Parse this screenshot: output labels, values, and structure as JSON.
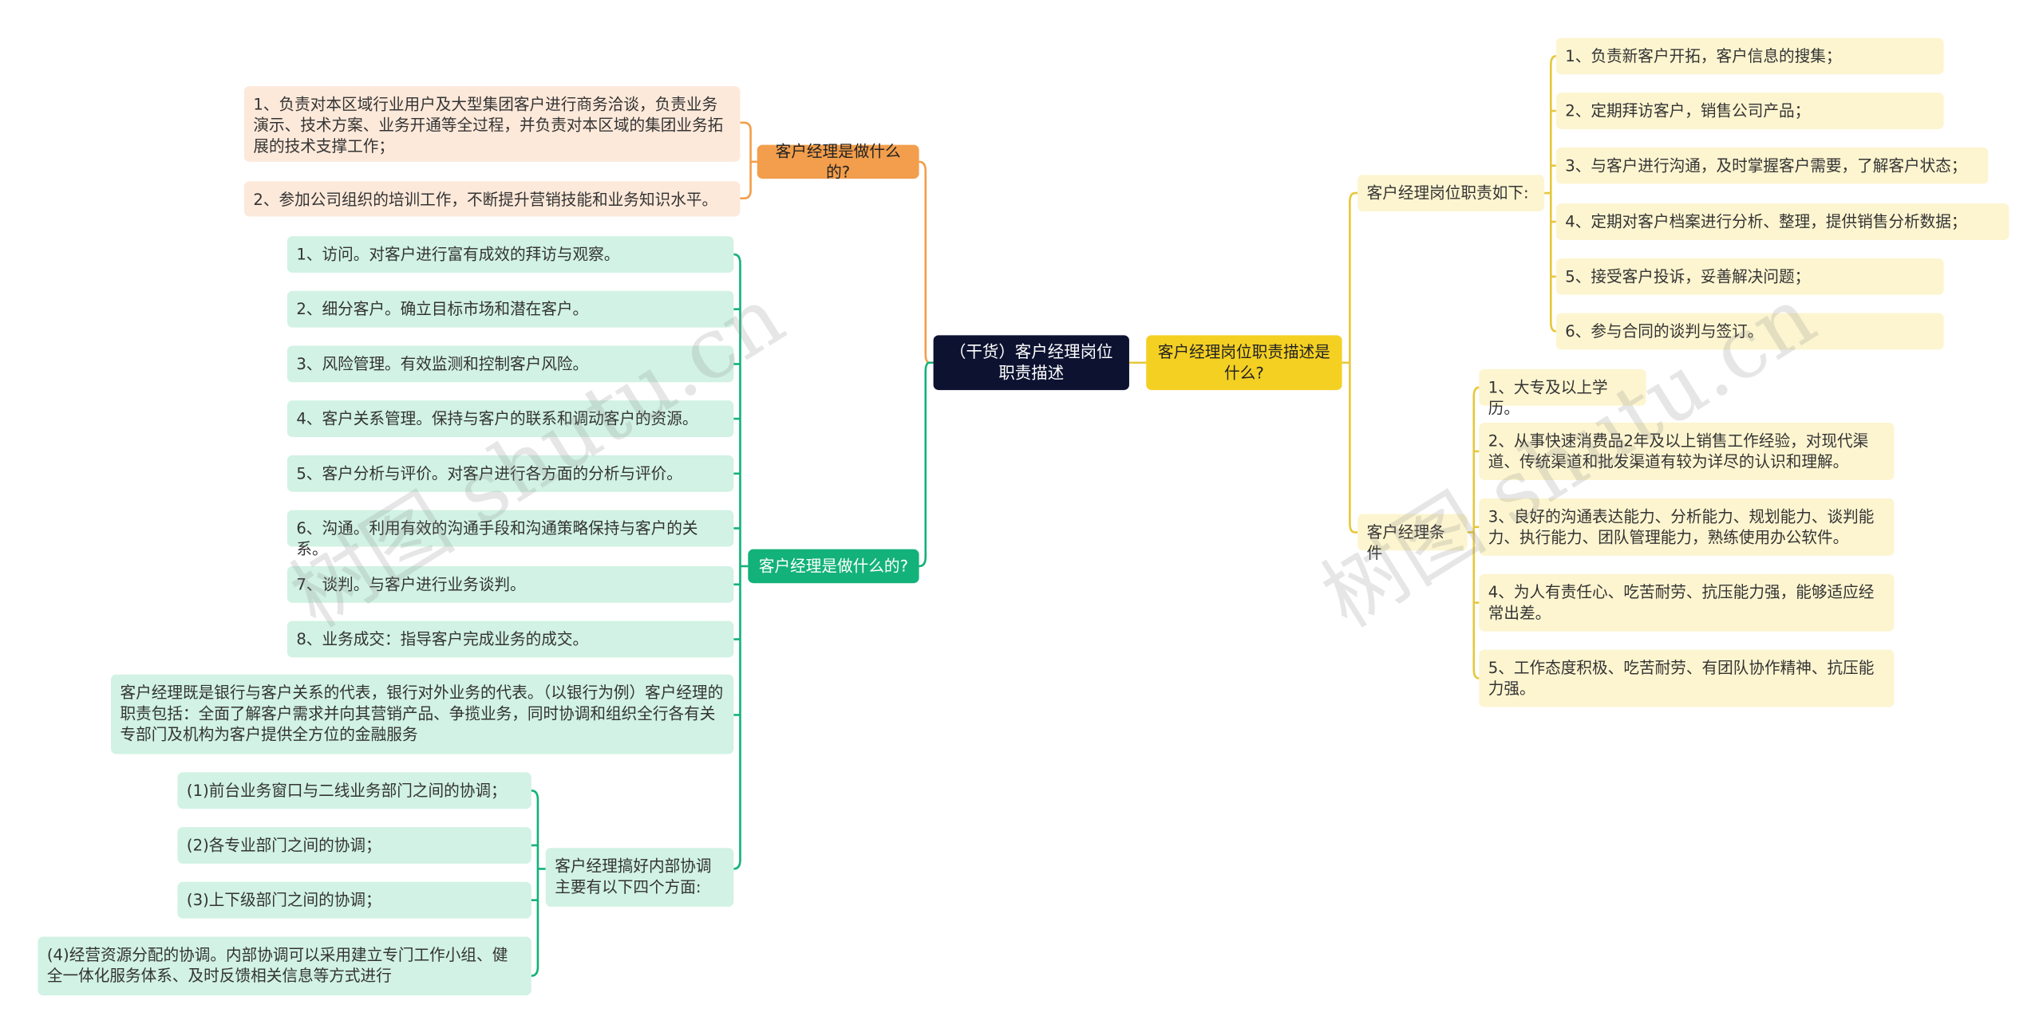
{
  "root": "（干货）客户经理岗位职责描述",
  "left_orange": {
    "title": "客户经理是做什么的?",
    "items": [
      "1、负责对本区域行业用户及大型集团客户进行商务洽谈，负责业务演示、技术方案、业务开通等全过程，并负责对本区域的集团业务拓展的技术支撑工作；",
      "2、参加公司组织的培训工作，不断提升营销技能和业务知识水平。"
    ]
  },
  "left_green": {
    "title": "客户经理是做什么的?",
    "items": [
      "1、访问。对客户进行富有成效的拜访与观察。",
      "2、细分客户。确立目标市场和潜在客户。",
      "3、风险管理。有效监测和控制客户风险。",
      "4、客户关系管理。保持与客户的联系和调动客户的资源。",
      "5、客户分析与评价。对客户进行各方面的分析与评价。",
      "6、沟通。利用有效的沟通手段和沟通策略保持与客户的关系。",
      "7、谈判。与客户进行业务谈判。",
      "8、业务成交：指导客户完成业务的成交。",
      "客户经理既是银行与客户关系的代表，银行对外业务的代表。（以银行为例）客户经理的职责包括：全面了解客户需求并向其营销产品、争揽业务，同时协调和组织全行各有关专部门及机构为客户提供全方位的金融服务"
    ],
    "sub": {
      "title": "客户经理搞好内部协调主要有以下四个方面:",
      "items": [
        "(1)前台业务窗口与二线业务部门之间的协调；",
        "(2)各专业部门之间的协调；",
        "(3)上下级部门之间的协调；",
        "(4)经营资源分配的协调。内部协调可以采用建立专门工作小组、健全一体化服务体系、及时反馈相关信息等方式进行"
      ]
    }
  },
  "right_yellow": {
    "title": "客户经理岗位职责描述是什么?",
    "duties": {
      "title": "客户经理岗位职责如下:",
      "items": [
        "1、负责新客户开拓，客户信息的搜集；",
        "2、定期拜访客户，销售公司产品；",
        "3、与客户进行沟通，及时掌握客户需要，了解客户状态；",
        "4、定期对客户档案进行分析、整理，提供销售分析数据；",
        "5、接受客户投诉，妥善解决问题；",
        "6、参与合同的谈判与签订。"
      ]
    },
    "conditions": {
      "title": "客户经理条件",
      "items": [
        "1、大专及以上学历。",
        "2、从事快速消费品2年及以上销售工作经验，对现代渠道、传统渠道和批发渠道有较为详尽的认识和理解。",
        "3、良好的沟通表达能力、分析能力、规划能力、谈判能力、执行能力、团队管理能力，熟练使用办公软件。",
        "4、为人有责任心、吃苦耐劳、抗压能力强，能够适应经常出差。",
        "5、工作态度积极、吃苦耐劳、有团队协作精神、抗压能力强。"
      ]
    }
  },
  "watermark": "树图 shutu.cn",
  "colors": {
    "root": "#0c1230",
    "orange": "#f29e4c",
    "green": "#13b27a",
    "yellow": "#f4d023",
    "link_yellow": "#e6c83a"
  }
}
